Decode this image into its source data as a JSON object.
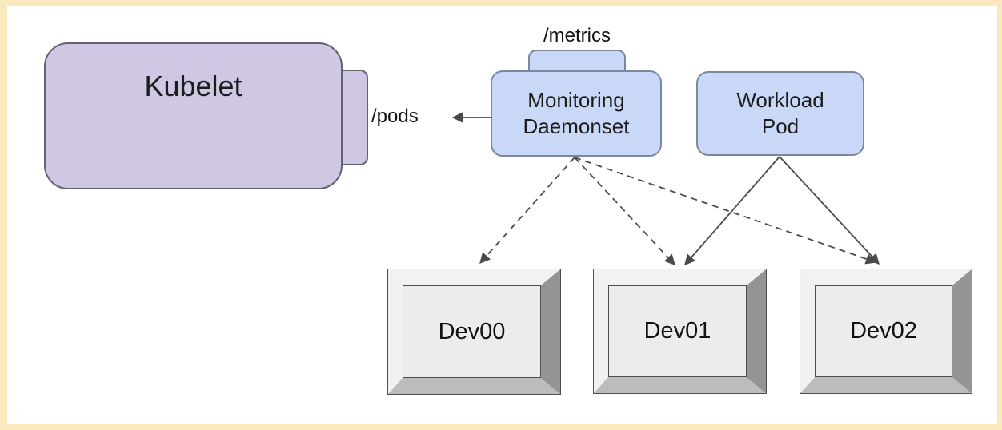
{
  "diagram": {
    "type": "architecture-diagram",
    "topic": "Kubernetes node monitoring topology"
  },
  "colors": {
    "frame": "#FAE9BC",
    "background": "#FFFFFF",
    "kubelet_fill": "#CFC7E3",
    "kubelet_border": "#65626F",
    "pod_fill": "#C8D8F6",
    "pod_border": "#7C87A0",
    "device_face": "#ECECEC",
    "device_bevel_light": "#F2F2F2",
    "device_bevel_dark": "#949494",
    "device_bevel_bottom": "#BCBCBC",
    "edge_stroke": "#4A4A4A"
  },
  "nodes": {
    "kubelet": {
      "label": "Kubelet",
      "endpoint_label": "/pods",
      "shape": "rounded-rect-with-side-tab"
    },
    "monitoring_daemonset": {
      "label": "Monitoring\nDaemonset",
      "endpoint_label": "/metrics",
      "shape": "rounded-rect-with-top-tab"
    },
    "workload_pod": {
      "label": "Workload\nPod",
      "shape": "rounded-rect"
    },
    "devices": [
      {
        "label": "Dev00"
      },
      {
        "label": "Dev01"
      },
      {
        "label": "Dev02"
      }
    ]
  },
  "edges": [
    {
      "from": "monitoring_daemonset",
      "to": "kubelet:/pods",
      "style": "solid",
      "arrow": "end"
    },
    {
      "from": "monitoring_daemonset",
      "to": "Dev00",
      "style": "dashed",
      "arrow": "end"
    },
    {
      "from": "monitoring_daemonset",
      "to": "Dev01",
      "style": "dashed",
      "arrow": "end"
    },
    {
      "from": "monitoring_daemonset",
      "to": "Dev02",
      "style": "dashed",
      "arrow": "end"
    },
    {
      "from": "workload_pod",
      "to": "Dev01",
      "style": "solid",
      "arrow": "end"
    },
    {
      "from": "workload_pod",
      "to": "Dev02",
      "style": "solid",
      "arrow": "end"
    }
  ]
}
